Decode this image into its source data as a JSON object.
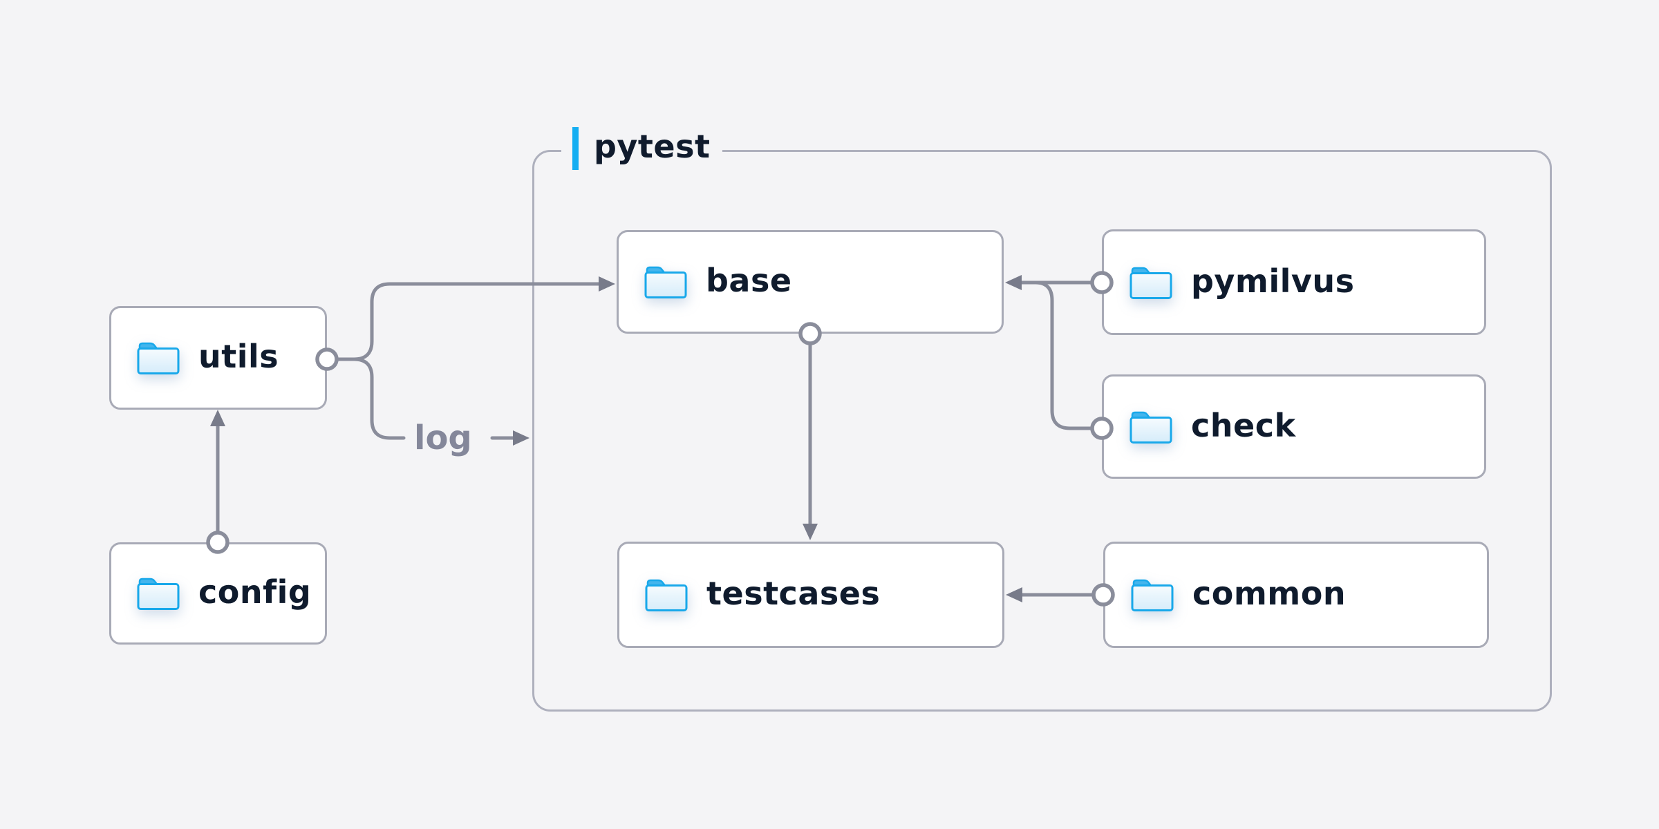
{
  "container": {
    "label": "pytest"
  },
  "nodes": [
    {
      "id": "utils",
      "label": "utils"
    },
    {
      "id": "config",
      "label": "config"
    },
    {
      "id": "base",
      "label": "base"
    },
    {
      "id": "pymilvus",
      "label": "pymilvus"
    },
    {
      "id": "check",
      "label": "check"
    },
    {
      "id": "testcases",
      "label": "testcases"
    },
    {
      "id": "common",
      "label": "common"
    }
  ],
  "edges": [
    {
      "from": "config",
      "to": "utils"
    },
    {
      "from": "utils",
      "to": "base"
    },
    {
      "from": "utils",
      "to": "pytest",
      "label": "log"
    },
    {
      "from": "pymilvus",
      "to": "base"
    },
    {
      "from": "check",
      "to": "base"
    },
    {
      "from": "base",
      "to": "testcases"
    },
    {
      "from": "common",
      "to": "testcases"
    }
  ],
  "colors": {
    "background": "#f4f4f6",
    "node_fill": "#ffffff",
    "node_border": "#a8aab6",
    "container_border": "#aeb0bd",
    "connector": "#8a8d9b",
    "arrowhead": "#787b8a",
    "accent_bar": "#14aef2",
    "folder_blue": "#18a8ea",
    "label_text": "#0f1b2d",
    "muted_text": "#84879a"
  }
}
